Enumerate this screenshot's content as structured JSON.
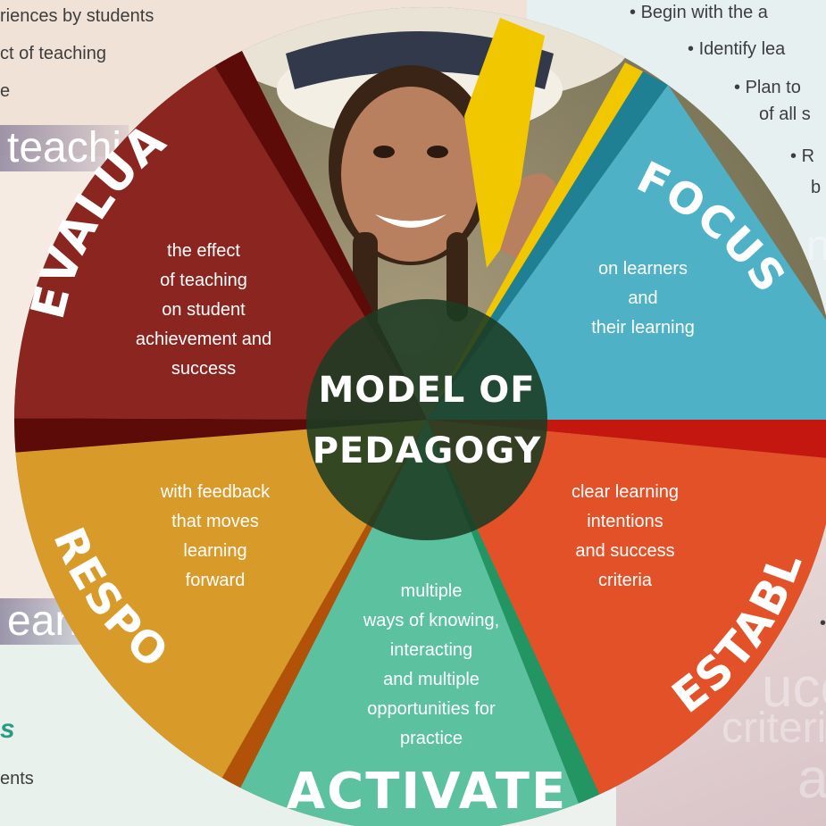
{
  "background": {
    "top_left": [
      "riences by students",
      "ct of teaching",
      "e"
    ],
    "top_right": [
      "Begin with the a",
      "Identify lea",
      "Plan to",
      "of all s",
      "R",
      "b"
    ],
    "right_bullet": "•",
    "tags": {
      "teaching": "teachi",
      "learning": "earn",
      "success": "ucc",
      "criteria": "criteria",
      "a": "a",
      "ne": "ne"
    },
    "bottom_left_heading": "s",
    "bottom_left_text": "ents"
  },
  "wheel": {
    "center_title_line1": "MODEL OF",
    "center_title_line2": "PEDAGOGY",
    "segments": [
      {
        "title": "FOCUS",
        "lines": [
          "on learners",
          "and",
          "their learning"
        ],
        "color": "#4fb1c5"
      },
      {
        "title": "ESTABLISH",
        "lines": [
          "clear learning",
          "intentions",
          "and success",
          "criteria"
        ],
        "color": "#e25128"
      },
      {
        "title": "ACTIVATE",
        "lines": [
          "multiple",
          "ways of knowing,",
          "interacting",
          "and multiple",
          "opportunities for",
          "practice"
        ],
        "color": "#5cc19f"
      },
      {
        "title": "RESPOND",
        "lines": [
          "with feedback",
          "that moves",
          "learning",
          "forward"
        ],
        "color": "#d89a28"
      },
      {
        "title": "EVALUATE",
        "lines": [
          "the effect",
          "of teaching",
          "on student",
          "achievement and",
          "success"
        ],
        "color": "#8b2520"
      }
    ]
  },
  "colors": {
    "center": "#1b3b22",
    "focus_dark": "#1f7f93",
    "establish_dark": "#c3170f",
    "activate_dark": "#239563",
    "respond_dark": "#b25208",
    "evaluate_dark": "#5c0b09",
    "photo_bg": "#8f8467"
  }
}
